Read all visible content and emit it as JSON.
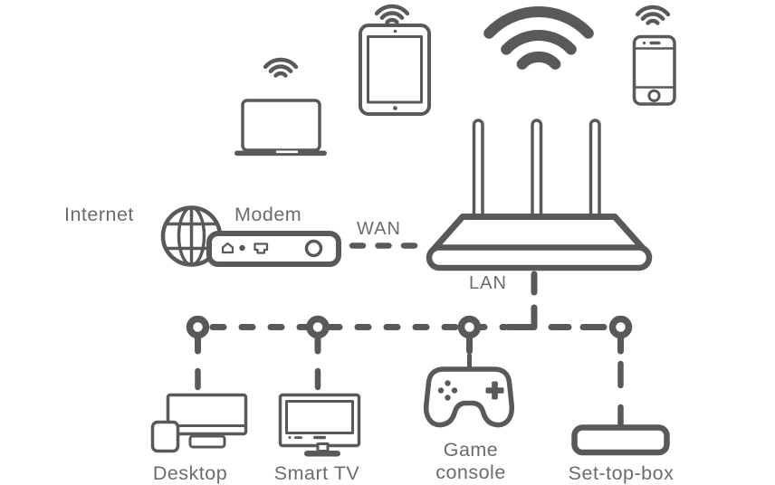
{
  "page": {
    "background": "#ffffff"
  },
  "colors": {
    "icon_stroke": "#58595b",
    "label_text": "#6b6c6e"
  },
  "labels": {
    "internet": "Internet",
    "modem": "Modem",
    "wan": "WAN",
    "lan": "LAN",
    "desktop": "Desktop",
    "smart_tv": "Smart TV",
    "game_console": "Game console",
    "set_top_box": "Set-top-box"
  },
  "icons": {
    "internet": "globe-icon",
    "modem": "modem-icon",
    "router": "router-icon",
    "wifi": "wifi-signal-icon",
    "wireless_devices": [
      "laptop-icon",
      "tablet-icon",
      "smartphone-icon"
    ],
    "wired_devices": [
      "desktop-computer-icon",
      "smart-tv-icon",
      "game-controller-icon",
      "set-top-box-icon"
    ]
  },
  "connections": [
    {
      "from": "Internet",
      "to": "Modem",
      "type": "direct"
    },
    {
      "from": "Modem",
      "to": "Router",
      "type": "dashed-wire",
      "label": "WAN"
    },
    {
      "from": "Router",
      "to": [
        "Desktop",
        "Smart TV",
        "Game console",
        "Set-top-box"
      ],
      "type": "dashed-wire",
      "label": "LAN"
    },
    {
      "from": "Router",
      "to": [
        "Laptop",
        "Tablet",
        "Smartphone"
      ],
      "type": "wireless"
    }
  ]
}
